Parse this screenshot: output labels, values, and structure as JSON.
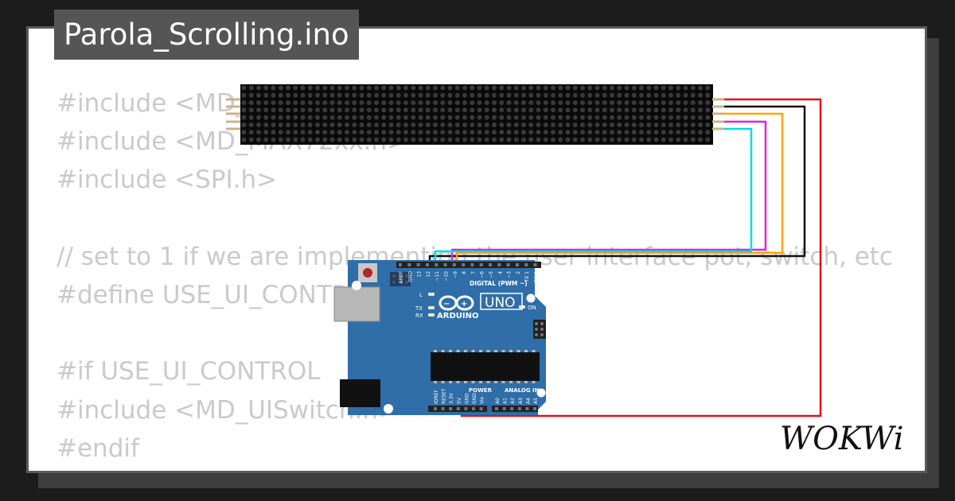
{
  "project": {
    "title": "Parola_Scrolling.ino"
  },
  "code_lines": [
    "#include <MD_Parola.h>",
    "#include <MD_MAX72xx.h>",
    "#include <SPI.h>",
    "",
    "// set to 1 if we are implementing the user interface pot, switch, etc",
    "#define USE_UI_CONTROL 0",
    "",
    "#if USE_UI_CONTROL",
    "#include <MD_UISwitch.h>",
    "#endif"
  ],
  "board": {
    "brand": "ARDUINO",
    "model": "UNO",
    "digital_label": "DIGITAL (PWM ~)",
    "power_label": "POWER",
    "analog_label": "ANALOG IN",
    "on_label": "ON",
    "l_label": "L",
    "tx_label": "TX",
    "rx_label": "RX",
    "top_pins": [
      "AREF",
      "GND",
      "13",
      "12",
      "~11",
      "~10",
      "~9",
      "8",
      "7",
      "~6",
      "~5",
      "4",
      "~3",
      "2",
      "TX 1",
      "RX 0"
    ],
    "power_pins": [
      "IOREF",
      "RESET",
      "3.3V",
      "5V",
      "GND",
      "GND",
      "Vin"
    ],
    "analog_pins": [
      "A0",
      "A1",
      "A2",
      "A3",
      "A4",
      "A5"
    ]
  },
  "matrix": {
    "rows": 8,
    "cols": 64
  },
  "colors": {
    "board": "#2f6ea8",
    "wire_vcc": "#e8101a",
    "wire_gnd": "#111111",
    "wire_din": "#ffa500",
    "wire_cs": "#e020e0",
    "wire_clk": "#00dcea"
  },
  "brand": {
    "logo_text": "WOKWi"
  }
}
